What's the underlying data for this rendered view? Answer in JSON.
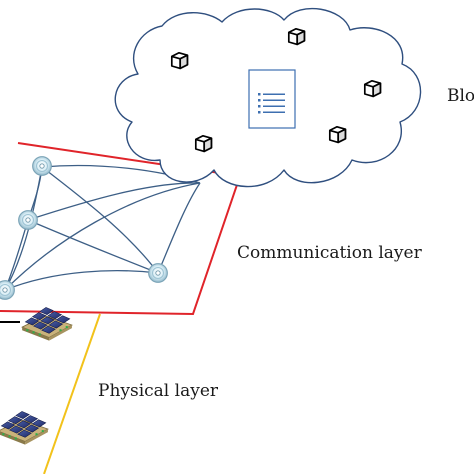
{
  "labels": {
    "blockchain": "Blo",
    "communication": "Communication layer",
    "physical": "Physical layer"
  },
  "colors": {
    "communication_plane": "#e0242a",
    "physical_plane": "#f2c21b",
    "cloud_stroke": "#2f4f7f",
    "cloud_fill": "#ffffff",
    "link_stroke": "#3d5f86",
    "node_fill": "#d9eef6"
  },
  "icons": {
    "blocks": "cube-icon",
    "ledger": "document-icon",
    "nodes": "wireless-node-icon",
    "devices": "solar-panel-icon"
  }
}
